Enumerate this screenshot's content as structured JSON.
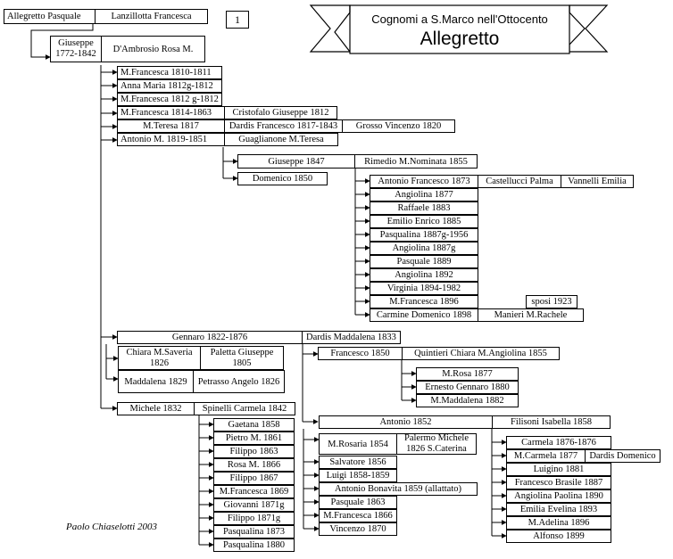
{
  "header": {
    "line1": "Cognomi a S.Marco nell'Ottocento",
    "line2": "Allegretto",
    "page_number": "1"
  },
  "author": "Paolo Chiaselotti 2003",
  "root": {
    "father": "Allegretto Pasquale",
    "mother": "Lanzillotta Francesca"
  },
  "giuseppe": {
    "name": "Giuseppe 1772-1842",
    "spouse": "D'Ambrosio Rosa M."
  },
  "children": {
    "c1": "M.Francesca 1810-1811",
    "c2": "Anna Maria 1812g-1812",
    "c3": "M.Francesca 1812 g-1812",
    "c4": "M.Francesca 1814-1863",
    "c4_spouse": "Cristofalo Giuseppe 1812",
    "c5": "M.Teresa 1817",
    "c5_spouse1": "Dardis Francesco 1817-1843",
    "c5_spouse2": "Grosso Vincenzo 1820",
    "c6": "Antonio M. 1819-1851",
    "c6_spouse": "Guaglianone M.Teresa"
  },
  "antonio_m_children": {
    "giuseppe": "Giuseppe 1847",
    "giuseppe_spouse": "Rimedio M.Nominata  1855",
    "domenico": "Domenico 1850"
  },
  "antonio_francesco": {
    "name": "Antonio Francesco 1873",
    "spouse1": "Castellucci Palma",
    "spouse2": "Vannelli Emilia",
    "children": [
      "Angiolina 1877",
      "Raffaele 1883",
      "Emilio Enrico 1885",
      "Pasqualina 1887g-1956",
      "Angiolina 1887g",
      "Pasquale 1889",
      "Angiolina 1892",
      "Virginia 1894-1982",
      "M.Francesca 1896",
      "Carmine Domenico 1898"
    ],
    "francesca_note": "sposi 1923",
    "carmine_spouse": "Manieri M.Rachele"
  },
  "gennaro": {
    "name": "Gennaro 1822-1876",
    "spouse": "Dardis Maddalena 1833",
    "chiara": "Chiara M.Saveria 1826",
    "chiara_spouse": "Paletta Giuseppe 1805",
    "maddalena": "Maddalena 1829",
    "maddalena_spouse": "Petrasso Angelo 1826"
  },
  "francesco": {
    "name": "Francesco 1850",
    "spouse": "Quintieri Chiara M.Angiolina 1855",
    "children": [
      "M.Rosa 1877",
      "Ernesto Gennaro 1880",
      "M.Maddalena 1882"
    ]
  },
  "michele": {
    "name": "Michele 1832",
    "spouse": "Spinelli Carmela 1842",
    "children": [
      "Gaetana 1858",
      "Pietro M. 1861",
      "Filippo 1863",
      "Rosa M. 1866",
      "Filippo 1867",
      "M.Francesca 1869",
      "Giovanni 1871g",
      "Filippo 1871g",
      "Pasqualina 1873",
      "Pasqualina 1880"
    ]
  },
  "antonio1852": {
    "name": "Antonio 1852",
    "spouse": "Filisoni Isabella 1858",
    "children": [
      "M.Rosaria 1854",
      "Salvatore 1856",
      "Luigi 1858-1859",
      "Antonio Bonavita 1859 (allattato)",
      "Pasquale 1863",
      "M.Francesca 1866",
      "Vincenzo 1870"
    ],
    "rosaria_spouse": "Palermo Michele 1826 S.Caterina",
    "isabella_children": [
      "Carmela 1876-1876",
      "M.Carmela 1877",
      "Luigino 1881",
      "Francesco Brasile 1887",
      "Angiolina Paolina 1890",
      "Emilia Evelina 1893",
      "M.Adelina 1896",
      "Alfonso 1899"
    ],
    "carmela_spouse": "Dardis Domenico"
  }
}
